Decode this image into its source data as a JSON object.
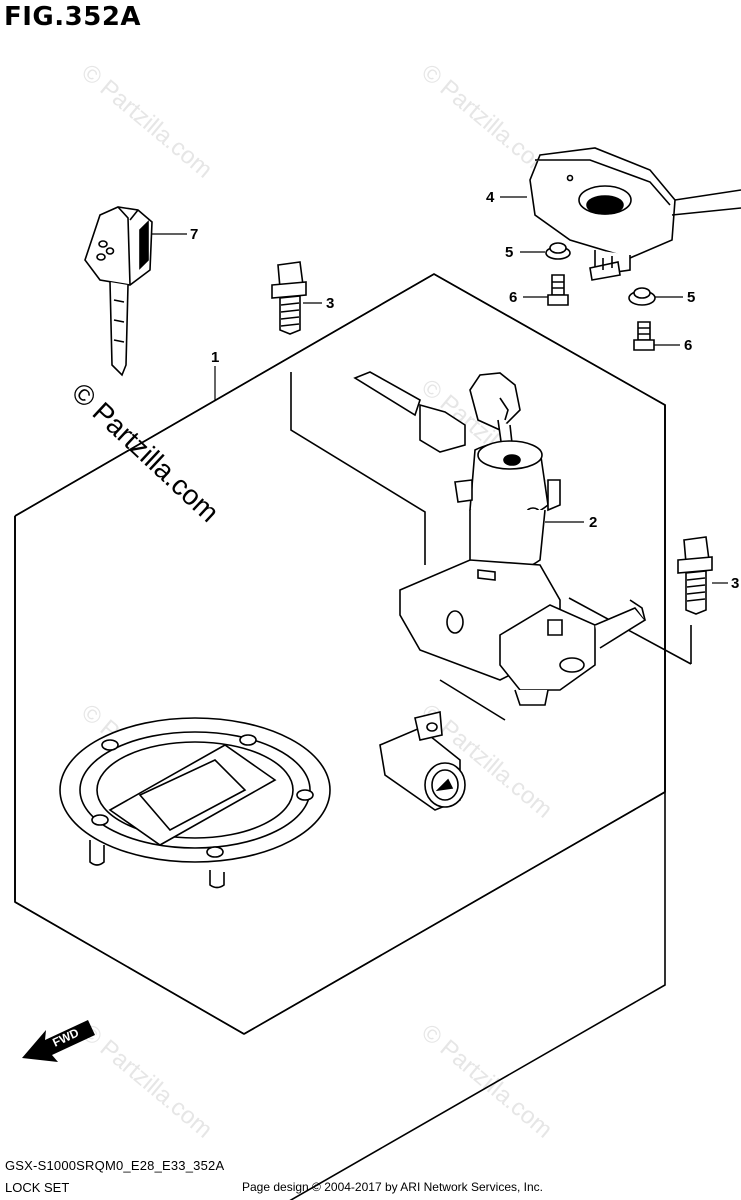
{
  "figure": {
    "title": "FIG.352A",
    "model_code": "GSX-S1000SRQM0_E28_E33_352A",
    "section_name": "LOCK SET",
    "copyright": "Page design © 2004-2017 by ARI Network Services, Inc."
  },
  "watermark": {
    "main": "© Partzilla.com",
    "faint": "© Partzilla.com"
  },
  "direction_arrow": {
    "label": "FWD"
  },
  "callouts": [
    {
      "id": "callout-1",
      "number": "1",
      "part": "lock set"
    },
    {
      "id": "callout-2",
      "number": "2",
      "part": "ignition switch"
    },
    {
      "id": "callout-3a",
      "number": "3",
      "part": "bolt"
    },
    {
      "id": "callout-3b",
      "number": "3",
      "part": "bolt"
    },
    {
      "id": "callout-4",
      "number": "4",
      "part": "steering lock unit"
    },
    {
      "id": "callout-5a",
      "number": "5",
      "part": "washer"
    },
    {
      "id": "callout-5b",
      "number": "5",
      "part": "washer"
    },
    {
      "id": "callout-6a",
      "number": "6",
      "part": "bolt"
    },
    {
      "id": "callout-6b",
      "number": "6",
      "part": "bolt"
    },
    {
      "id": "callout-7",
      "number": "7",
      "part": "key"
    }
  ],
  "colors": {
    "line": "#000000",
    "watermark": "#e6e6e6",
    "background": "#ffffff"
  }
}
